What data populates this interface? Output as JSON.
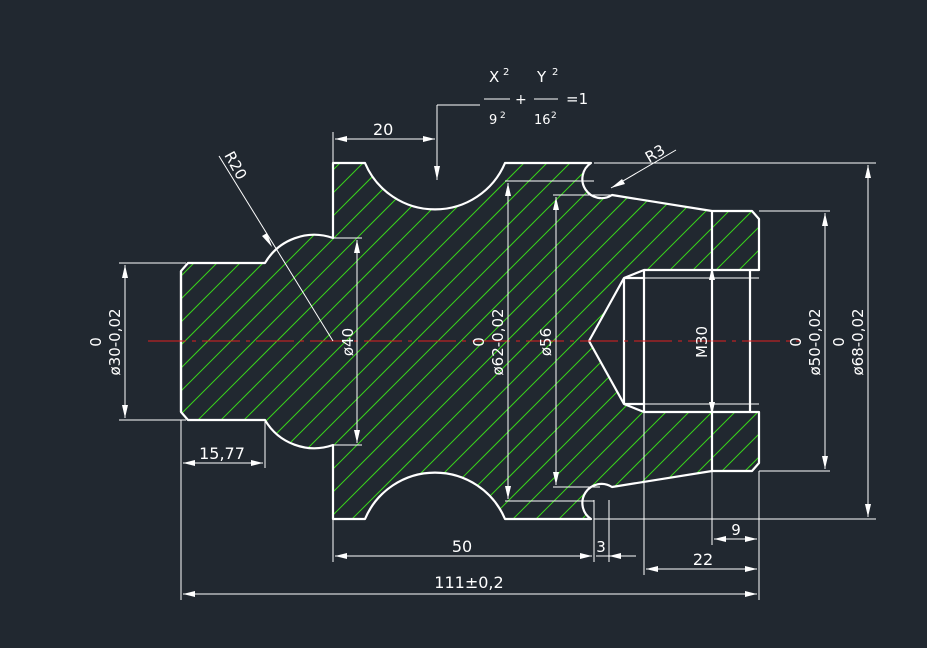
{
  "colors": {
    "background": "#212830",
    "outline": "#ffffff",
    "hatch": "#39d31c",
    "centerline": "#e02020"
  },
  "equation": {
    "x_term": "X",
    "y_term": "Y",
    "exp": "2",
    "x_den": "9",
    "y_den": "16",
    "plus": "+",
    "rhs": "=1"
  },
  "dimensions": {
    "d20": "20",
    "r20": "R20",
    "r3": "R3",
    "d30_zero": "0",
    "d30": "ø30-0,02",
    "d40": "ø40",
    "d62_zero": "0",
    "d62": "ø62-0,02",
    "d56": "ø56",
    "m30": "M30",
    "d50_zero": "0",
    "d50": "ø50-0,02",
    "d68_zero": "0",
    "d68": "ø68-0,02",
    "d1577": "15,77",
    "d50len": "50",
    "d3": "3",
    "d9": "9",
    "d22": "22",
    "d111": "111±0,2"
  }
}
